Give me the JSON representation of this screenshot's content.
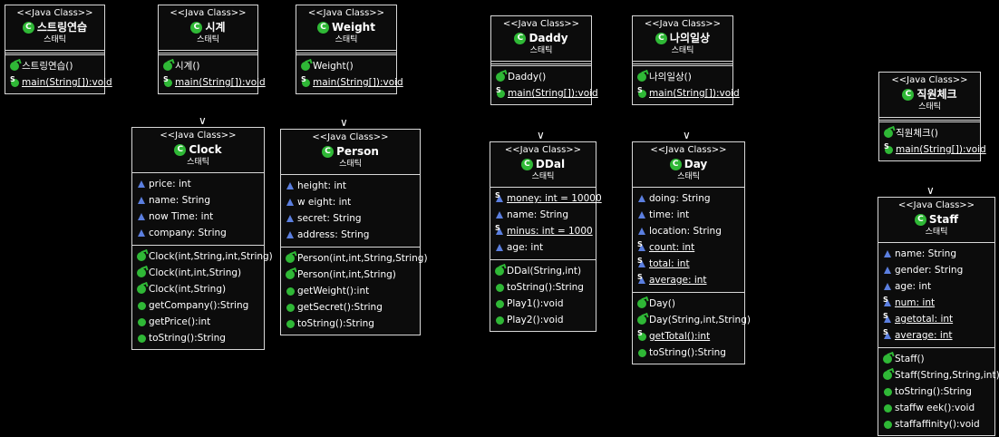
{
  "colors": {
    "background": "#000000",
    "box": "#0c0c0c",
    "border": "#d8d8d8",
    "method_icon": "#2fb836",
    "field_icon": "#5b7fe0"
  },
  "stereotype": "<<Java Class>>",
  "package": "스태틱",
  "classes": {
    "strpractice": {
      "name": "스트링연습",
      "fields": [],
      "methods": [
        {
          "t": "ctor",
          "text": "스트링연습()"
        },
        {
          "t": "static",
          "text": "main(String[]):void"
        }
      ]
    },
    "sigye": {
      "name": "시계",
      "fields": [],
      "methods": [
        {
          "t": "ctor",
          "text": "시계()"
        },
        {
          "t": "static",
          "text": "main(String[]):void"
        }
      ]
    },
    "weight": {
      "name": "Weight",
      "fields": [],
      "methods": [
        {
          "t": "ctor",
          "text": "Weight()"
        },
        {
          "t": "static",
          "text": "main(String[]):void"
        }
      ]
    },
    "daddy": {
      "name": "Daddy",
      "fields": [],
      "methods": [
        {
          "t": "ctor",
          "text": "Daddy()"
        },
        {
          "t": "static",
          "text": "main(String[]):void"
        }
      ]
    },
    "nailsang": {
      "name": "나의일상",
      "fields": [],
      "methods": [
        {
          "t": "ctor",
          "text": "나의일상()"
        },
        {
          "t": "static",
          "text": "main(String[]):void"
        }
      ]
    },
    "staffcheck": {
      "name": "직원체크",
      "fields": [],
      "methods": [
        {
          "t": "ctor",
          "text": "직원체크()"
        },
        {
          "t": "static",
          "text": "main(String[]):void"
        }
      ]
    },
    "clock": {
      "name": "Clock",
      "fields": [
        {
          "t": "field",
          "text": "price: int"
        },
        {
          "t": "field",
          "text": "name: String"
        },
        {
          "t": "field",
          "text": "now Time: int"
        },
        {
          "t": "field",
          "text": "company: String"
        }
      ],
      "methods": [
        {
          "t": "ctor",
          "text": "Clock(int,String,int,String)"
        },
        {
          "t": "ctor",
          "text": "Clock(int,int,String)"
        },
        {
          "t": "ctor",
          "text": "Clock(int,String)"
        },
        {
          "t": "method",
          "text": "getCompany():String"
        },
        {
          "t": "method",
          "text": "getPrice():int"
        },
        {
          "t": "method",
          "text": "toString():String"
        }
      ]
    },
    "person": {
      "name": "Person",
      "fields": [
        {
          "t": "field",
          "text": "height: int"
        },
        {
          "t": "field",
          "text": "w eight: int"
        },
        {
          "t": "field",
          "text": "secret: String"
        },
        {
          "t": "field",
          "text": "address: String"
        }
      ],
      "methods": [
        {
          "t": "ctor",
          "text": "Person(int,int,String,String)"
        },
        {
          "t": "ctor",
          "text": "Person(int,int,String)"
        },
        {
          "t": "method",
          "text": "getWeight():int"
        },
        {
          "t": "method",
          "text": "getSecret():String"
        },
        {
          "t": "method",
          "text": "toString():String"
        }
      ]
    },
    "ddal": {
      "name": "DDal",
      "fields": [
        {
          "t": "sfield",
          "text": "money: int = 10000"
        },
        {
          "t": "field",
          "text": "name: String"
        },
        {
          "t": "sfield",
          "text": "minus: int = 1000"
        },
        {
          "t": "field",
          "text": "age: int"
        }
      ],
      "methods": [
        {
          "t": "ctor",
          "text": "DDal(String,int)"
        },
        {
          "t": "method",
          "text": "toString():String"
        },
        {
          "t": "method",
          "text": "Play1():void"
        },
        {
          "t": "method",
          "text": "Play2():void"
        }
      ]
    },
    "day": {
      "name": "Day",
      "fields": [
        {
          "t": "field",
          "text": "doing: String"
        },
        {
          "t": "field",
          "text": "time: int"
        },
        {
          "t": "field",
          "text": "location: String"
        },
        {
          "t": "sfield",
          "text": "count: int"
        },
        {
          "t": "sfield",
          "text": "total: int"
        },
        {
          "t": "sfield",
          "text": "average: int"
        }
      ],
      "methods": [
        {
          "t": "ctor",
          "text": "Day()"
        },
        {
          "t": "ctor",
          "text": "Day(String,int,String)"
        },
        {
          "t": "smethod",
          "text": "getTotal():int"
        },
        {
          "t": "method",
          "text": "toString():String"
        }
      ]
    },
    "staff": {
      "name": "Staff",
      "fields": [
        {
          "t": "field",
          "text": "name: String"
        },
        {
          "t": "field",
          "text": "gender: String"
        },
        {
          "t": "field",
          "text": "age: int"
        },
        {
          "t": "sfield",
          "text": "num: int"
        },
        {
          "t": "sfield",
          "text": "agetotal: int"
        },
        {
          "t": "sfield",
          "text": "average: int"
        }
      ],
      "methods": [
        {
          "t": "ctor",
          "text": "Staff()"
        },
        {
          "t": "ctor",
          "text": "Staff(String,String,int)"
        },
        {
          "t": "method",
          "text": "toString():String"
        },
        {
          "t": "method",
          "text": "staffw eek():void"
        },
        {
          "t": "method",
          "text": "staffaffinity():void"
        }
      ]
    }
  },
  "arrow_glyph": "∨"
}
